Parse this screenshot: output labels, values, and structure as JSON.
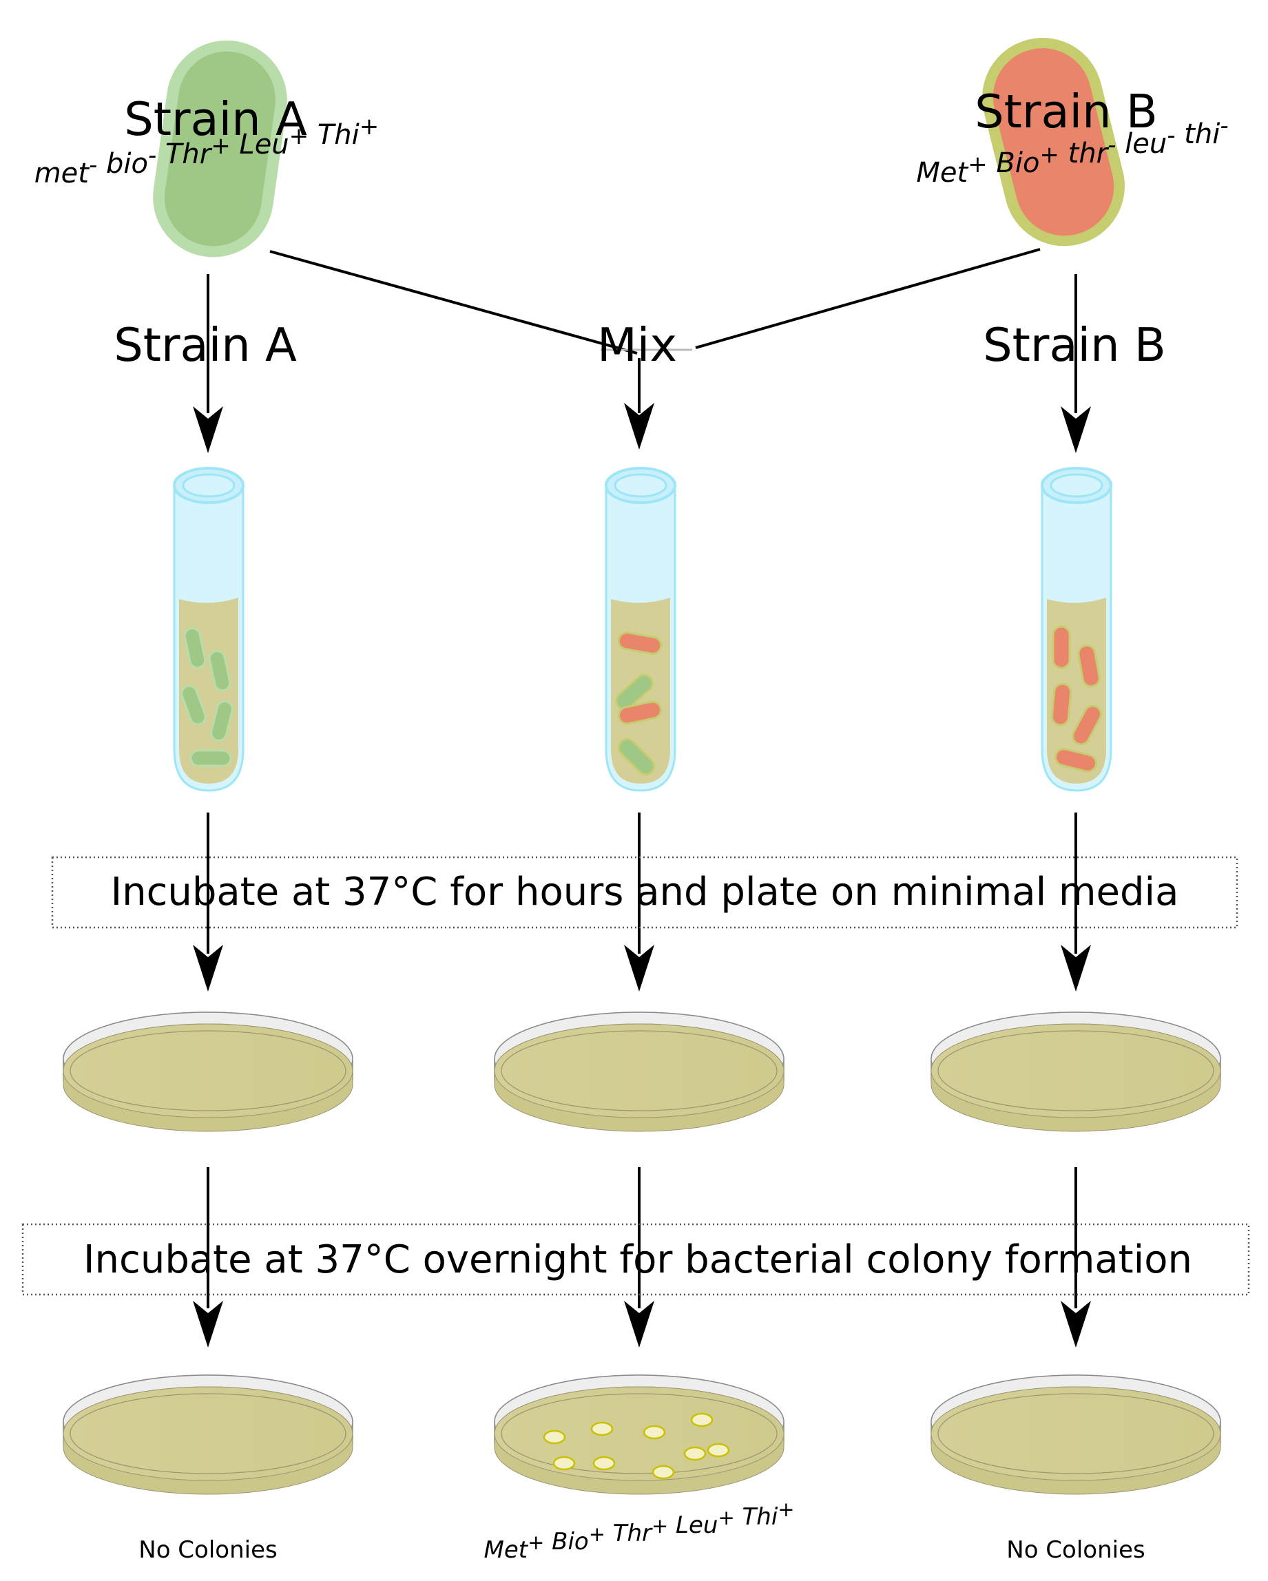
{
  "colors": {
    "strain_a_body": "#9fc886",
    "strain_a_halo": "#b8dcaa",
    "strain_b_body": "#e8856b",
    "strain_b_halo": "#c5cd6e",
    "tube_glass": "#d6f4fc",
    "tube_rim": "#9ee6f7",
    "medium": "#d4cf96",
    "plate_rim": "#e6e6e6",
    "colony_fill": "#f4f1c9",
    "colony_edge": "#c9c000"
  },
  "strain_a": {
    "label": "Strain A",
    "genotype": [
      {
        "base": "met",
        "sup": "-"
      },
      {
        "base": "bio",
        "sup": "-"
      },
      {
        "base": "Thr",
        "sup": "+"
      },
      {
        "base": "Leu",
        "sup": "+"
      },
      {
        "base": "Thi",
        "sup": "+"
      }
    ]
  },
  "strain_b": {
    "label": "Strain B",
    "genotype": [
      {
        "base": "Met",
        "sup": "+"
      },
      {
        "base": "Bio",
        "sup": "+"
      },
      {
        "base": "thr",
        "sup": "-"
      },
      {
        "base": "leu",
        "sup": "-"
      },
      {
        "base": "thi",
        "sup": "-"
      }
    ]
  },
  "columns": {
    "left": "Strain A",
    "middle": "Mix",
    "right": "Strain B"
  },
  "steps": {
    "step1": "Incubate at 37°C for hours and plate on minimal media",
    "step2": "Incubate at 37°C overnight for bacterial colony formation"
  },
  "results": {
    "left": "No Colonies",
    "middle_genotype": [
      {
        "base": "Met",
        "sup": "+"
      },
      {
        "base": "Bio",
        "sup": "+"
      },
      {
        "base": "Thr",
        "sup": "+"
      },
      {
        "base": "Leu",
        "sup": "+"
      },
      {
        "base": "Thi",
        "sup": "+"
      }
    ],
    "right": "No Colonies"
  }
}
